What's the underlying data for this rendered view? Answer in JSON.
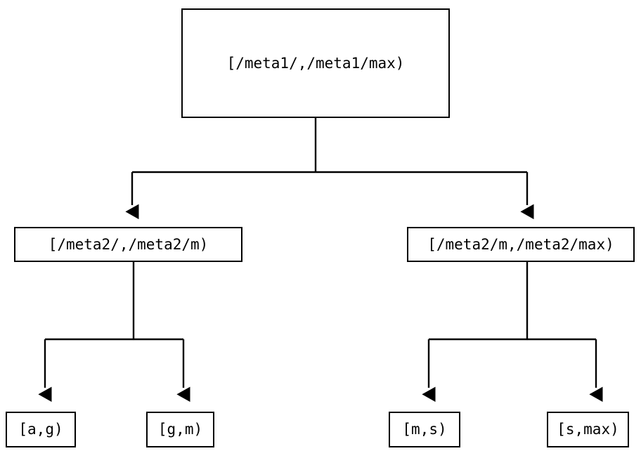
{
  "diagram": {
    "type": "binary-range-partition-tree",
    "background_color": "#ffffff",
    "line_color": "#000000",
    "nodes": {
      "root": {
        "label": "[/meta1/,/meta1/max)"
      },
      "mid_left": {
        "label": "[/meta2/,/meta2/m)"
      },
      "mid_right": {
        "label": "[/meta2/m,/meta2/max)"
      },
      "leaf_1": {
        "label": "[a,g)"
      },
      "leaf_2": {
        "label": "[g,m)"
      },
      "leaf_3": {
        "label": "[m,s)"
      },
      "leaf_4": {
        "label": "[s,max)"
      }
    },
    "edges": [
      {
        "from": "root",
        "to": "mid_left",
        "arrow": "down"
      },
      {
        "from": "root",
        "to": "mid_right",
        "arrow": "down"
      },
      {
        "from": "mid_left",
        "to": "leaf_1",
        "arrow": "down"
      },
      {
        "from": "mid_left",
        "to": "leaf_2",
        "arrow": "down"
      },
      {
        "from": "mid_right",
        "to": "leaf_3",
        "arrow": "down"
      },
      {
        "from": "mid_right",
        "to": "leaf_4",
        "arrow": "down"
      }
    ]
  }
}
